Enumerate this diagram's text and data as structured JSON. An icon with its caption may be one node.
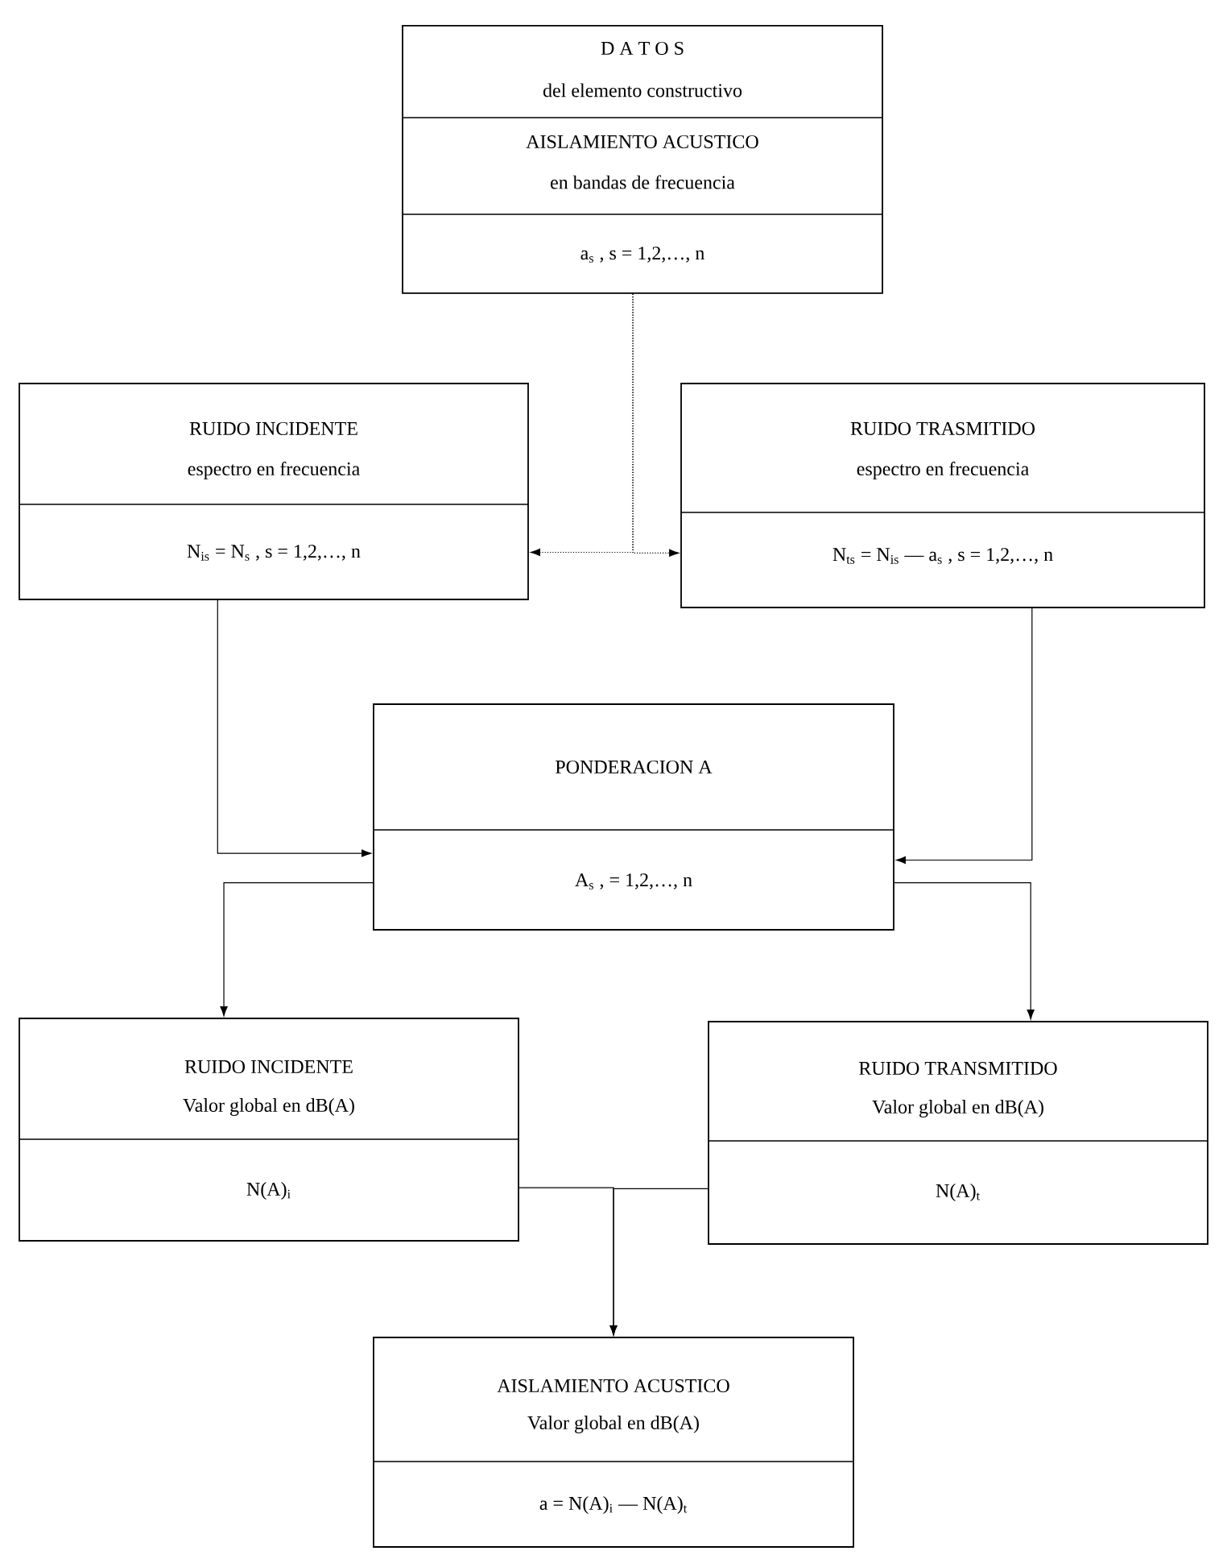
{
  "diagram": {
    "nodes": [
      {
        "text": [
          "D A T O S",
          "del elemento constructivo",
          "AISLAMIENTO ACUSTICO",
          "en bandas de frecuencia",
          "a$_{s}$ , s = 1,2,…, n"
        ]
      },
      {
        "text": [
          "RUIDO INCIDENTE",
          "espectro en frecuencia",
          "N$_{is}$ = N$_{s}$ , s = 1,2,…, n"
        ]
      },
      {
        "text": [
          "RUIDO TRASMITIDO",
          "espectro en frecuencia",
          "N$_{ts}$ = N$_{is}$ — a$_{s}$ , s = 1,2,…, n"
        ]
      },
      {
        "text": [
          "PONDERACION A",
          "A$_{s}$ , = 1,2,…, n"
        ]
      },
      {
        "text": [
          "RUIDO INCIDENTE",
          "Valor global en dB(A)",
          "N(A)$_{i}$"
        ]
      },
      {
        "text": [
          "RUIDO TRANSMITIDO",
          "Valor global en dB(A)",
          "N(A)$_{t}$"
        ]
      },
      {
        "text": [
          "AISLAMIENTO ACUSTICO",
          "Valor global en dB(A)",
          "a = N(A)$_{i}$ — N(A)$_{t}$"
        ]
      }
    ],
    "edges": [
      {
        "from": 0,
        "to": 1,
        "arrow": "to",
        "style": "dashed"
      },
      {
        "from": 0,
        "to": 2,
        "arrow": "to",
        "style": "dashed"
      },
      {
        "from": 1,
        "to": 3,
        "arrow": "to"
      },
      {
        "from": 2,
        "to": 3,
        "arrow": "to"
      },
      {
        "from": 3,
        "to": 4,
        "arrow": "to"
      },
      {
        "from": 3,
        "to": 5,
        "arrow": "to"
      },
      {
        "from": 4,
        "to": 6,
        "arrow": "to"
      },
      {
        "from": 5,
        "to": 6,
        "arrow": "to"
      }
    ]
  }
}
